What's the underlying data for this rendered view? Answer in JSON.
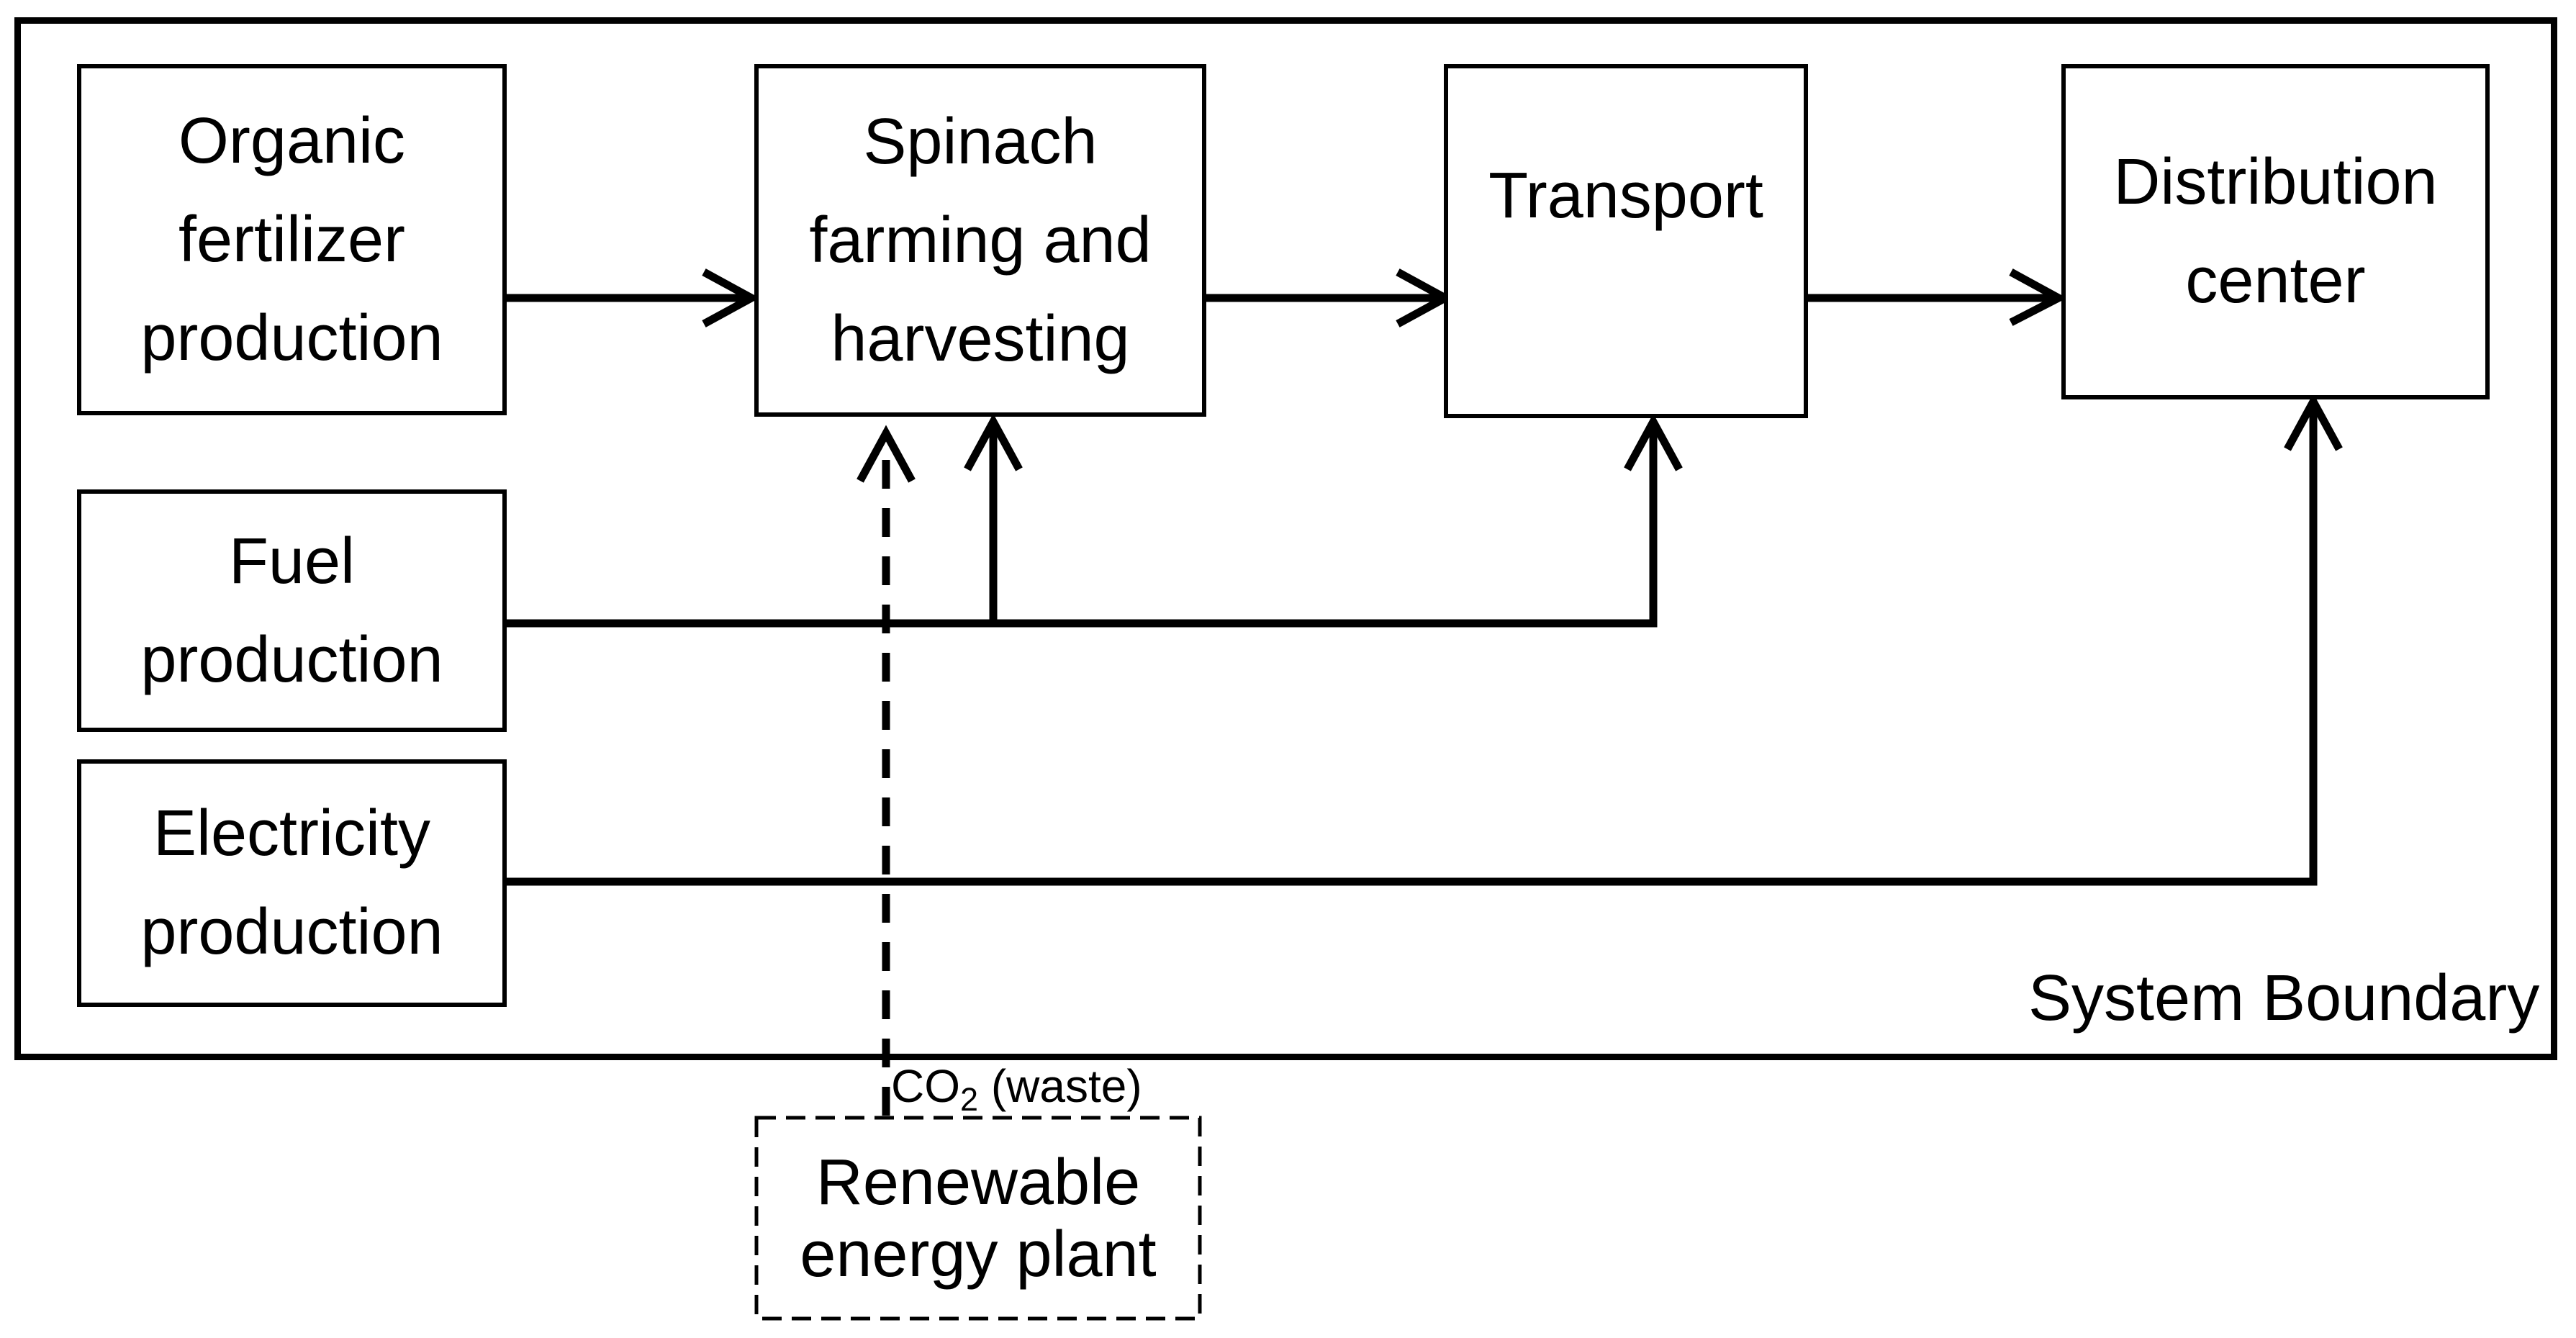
{
  "diagram": {
    "type": "process-flow",
    "boundary_label": "System Boundary",
    "nodes": {
      "organic_fertilizer": {
        "label": "Organic fertilizer production",
        "lines": [
          "Organic",
          "fertilizer",
          "production"
        ]
      },
      "spinach_farming": {
        "label": "Spinach farming and harvesting",
        "lines": [
          "Spinach",
          "farming and",
          "harvesting"
        ]
      },
      "transport": {
        "label": "Transport",
        "lines": [
          "Transport"
        ]
      },
      "distribution_center": {
        "label": "Distribution center",
        "lines": [
          "Distribution",
          "center"
        ]
      },
      "fuel_production": {
        "label": "Fuel production",
        "lines": [
          "Fuel",
          "production"
        ]
      },
      "electricity_production": {
        "label": "Electricity production",
        "lines": [
          "Electricity",
          "production"
        ]
      },
      "renewable_energy_plant": {
        "label": "Renewable energy plant",
        "lines": [
          "Renewable",
          "energy plant"
        ],
        "style": "dashed-outside-boundary"
      }
    },
    "edge_label": {
      "co2_base": "CO",
      "co2_sub": "2",
      "co2_rest": " (waste)"
    },
    "edges": [
      {
        "from": "organic_fertilizer",
        "to": "spinach_farming",
        "style": "solid"
      },
      {
        "from": "spinach_farming",
        "to": "transport",
        "style": "solid"
      },
      {
        "from": "transport",
        "to": "distribution_center",
        "style": "solid"
      },
      {
        "from": "fuel_production",
        "to": "spinach_farming",
        "style": "solid"
      },
      {
        "from": "fuel_production",
        "to": "transport",
        "style": "solid"
      },
      {
        "from": "electricity_production",
        "to": "distribution_center",
        "style": "solid"
      },
      {
        "from": "renewable_energy_plant",
        "to": "spinach_farming",
        "style": "dashed",
        "label": "CO2 (waste)"
      }
    ],
    "colors": {
      "stroke": "#000000",
      "text": "#000000",
      "background": "#ffffff"
    }
  }
}
